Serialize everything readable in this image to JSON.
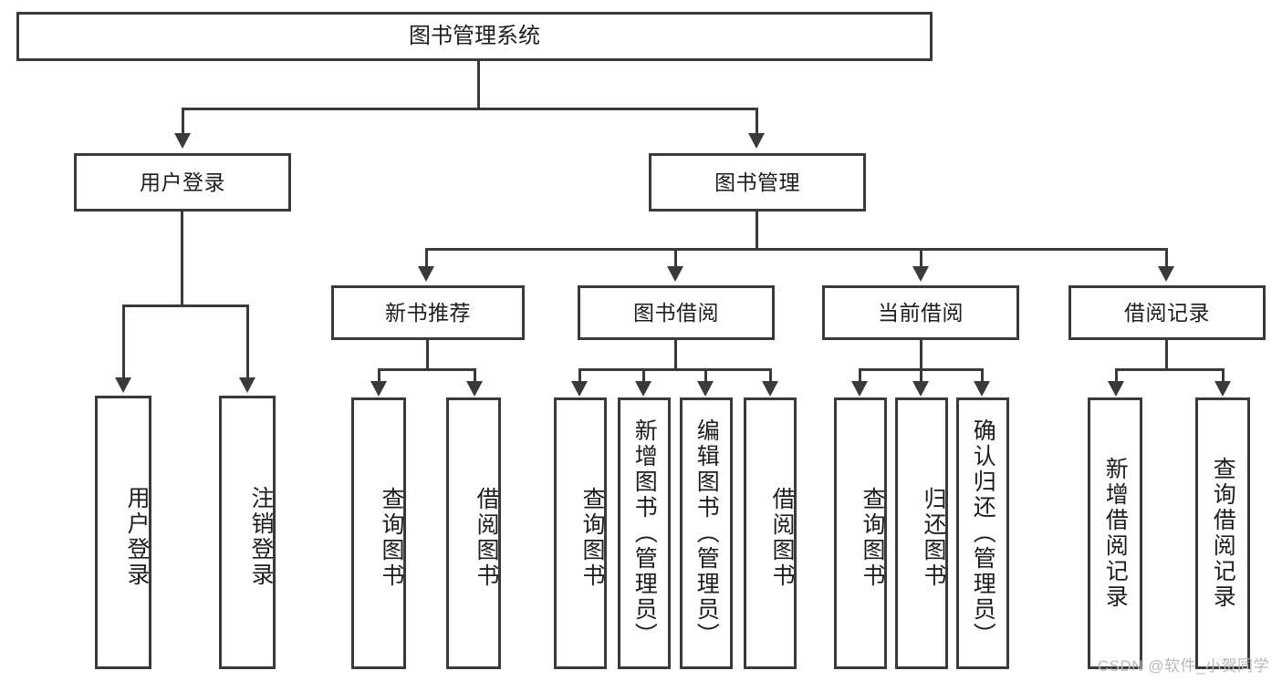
{
  "diagram": {
    "title": "图书管理系统",
    "type": "hierarchy-tree",
    "watermark": "CSDN @软件_小贺同学",
    "colors": {
      "stroke": "#3a3a3a",
      "box_fill": "#ffffff",
      "text": "#1d1d1d",
      "watermark": "#b9b9b9",
      "background": "#ffffff"
    },
    "levels": {
      "root": "图书管理系统",
      "level2": [
        "用户登录",
        "图书管理"
      ],
      "level3": [
        "新书推荐",
        "图书借阅",
        "当前借阅",
        "借阅记录"
      ]
    },
    "nodes": {
      "root": {
        "label": "图书管理系统"
      },
      "user_login": {
        "label": "用户登录"
      },
      "book_manage": {
        "label": "图书管理"
      },
      "new_book_rec": {
        "label": "新书推荐"
      },
      "book_borrow": {
        "label": "图书借阅"
      },
      "current_borrow": {
        "label": "当前借阅"
      },
      "borrow_record": {
        "label": "借阅记录"
      }
    },
    "leaves": {
      "user_login": [
        {
          "label": "用户登录"
        },
        {
          "label": "注销登录"
        }
      ],
      "new_book_rec": [
        {
          "label": "查询图书"
        },
        {
          "label": "借阅图书"
        }
      ],
      "book_borrow": [
        {
          "label": "查询图书"
        },
        {
          "label": "新增图书（管理员）"
        },
        {
          "label": "编辑图书（管理员）"
        },
        {
          "label": "借阅图书"
        }
      ],
      "current_borrow": [
        {
          "label": "查询图书"
        },
        {
          "label": "归还图书"
        },
        {
          "label": "确认归还（管理员）"
        }
      ],
      "borrow_record": [
        {
          "label": "新增借阅记录"
        },
        {
          "label": "查询借阅记录"
        }
      ]
    },
    "edges": [
      {
        "from": "图书管理系统",
        "to": "用户登录"
      },
      {
        "from": "图书管理系统",
        "to": "图书管理"
      },
      {
        "from": "图书管理",
        "to": "新书推荐"
      },
      {
        "from": "图书管理",
        "to": "图书借阅"
      },
      {
        "from": "图书管理",
        "to": "当前借阅"
      },
      {
        "from": "图书管理",
        "to": "借阅记录"
      },
      {
        "from": "用户登录",
        "to": "用户登录"
      },
      {
        "from": "用户登录",
        "to": "注销登录"
      },
      {
        "from": "新书推荐",
        "to": "查询图书"
      },
      {
        "from": "新书推荐",
        "to": "借阅图书"
      },
      {
        "from": "图书借阅",
        "to": "查询图书"
      },
      {
        "from": "图书借阅",
        "to": "新增图书（管理员）"
      },
      {
        "from": "图书借阅",
        "to": "编辑图书（管理员）"
      },
      {
        "from": "图书借阅",
        "to": "借阅图书"
      },
      {
        "from": "当前借阅",
        "to": "查询图书"
      },
      {
        "from": "当前借阅",
        "to": "归还图书"
      },
      {
        "from": "当前借阅",
        "to": "确认归还（管理员）"
      },
      {
        "from": "借阅记录",
        "to": "新增借阅记录"
      },
      {
        "from": "借阅记录",
        "to": "查询借阅记录"
      }
    ]
  }
}
